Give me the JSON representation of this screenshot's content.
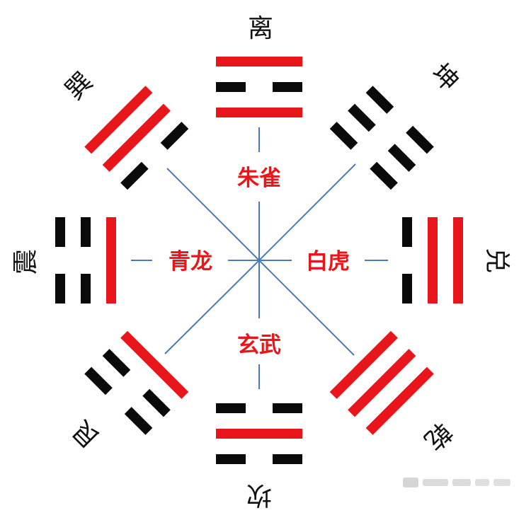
{
  "diagram": {
    "trigrams": [
      {
        "id": "li",
        "label": "离",
        "lines": [
          "yang",
          "yin",
          "yang"
        ],
        "highlight": [
          0,
          2
        ]
      },
      {
        "id": "kun",
        "label": "坤",
        "lines": [
          "yin",
          "yin",
          "yin"
        ],
        "highlight": []
      },
      {
        "id": "dui",
        "label": "兑",
        "lines": [
          "yang",
          "yang",
          "yin"
        ],
        "highlight": [
          0,
          1
        ]
      },
      {
        "id": "qian",
        "label": "乾",
        "lines": [
          "yang",
          "yang",
          "yang"
        ],
        "highlight": [
          0,
          1,
          2
        ]
      },
      {
        "id": "kan",
        "label": "坎",
        "lines": [
          "yin",
          "yang",
          "yin"
        ],
        "highlight": [
          1
        ]
      },
      {
        "id": "gen",
        "label": "艮",
        "lines": [
          "yin",
          "yin",
          "yang"
        ],
        "highlight": [
          2
        ]
      },
      {
        "id": "zhen",
        "label": "震",
        "lines": [
          "yin",
          "yin",
          "yang"
        ],
        "highlight": [
          2
        ]
      },
      {
        "id": "xun",
        "label": "巽",
        "lines": [
          "yang",
          "yang",
          "yin"
        ],
        "highlight": [
          0,
          1
        ]
      }
    ],
    "beasts": {
      "north_up": "朱雀",
      "left": "青龙",
      "right": "白虎",
      "bottom": "玄武"
    },
    "colors": {
      "yang_highlight": "#e8161b",
      "line_dark": "#0a0a0a",
      "axis": "#4a7ab8",
      "label": "#111111"
    }
  }
}
